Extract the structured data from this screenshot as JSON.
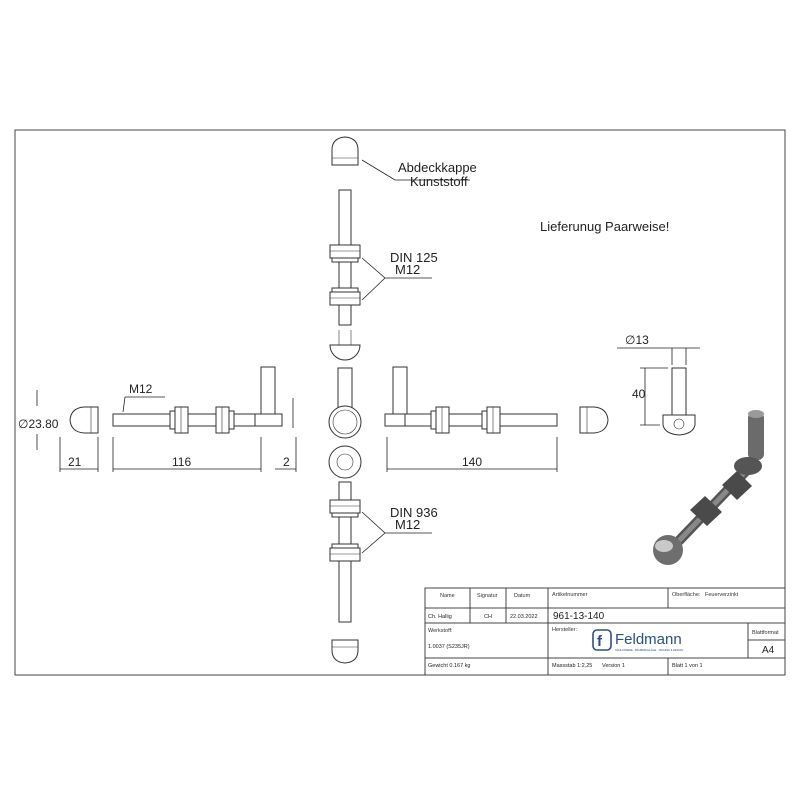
{
  "annotations": {
    "cap": "Abdeckkappe",
    "cap_material": "Kunststoff",
    "delivery_note": "Lieferunug Paarweise!",
    "nut_top_standard": "DIN 125",
    "nut_top_thread": "M12",
    "nut_bottom_standard": "DIN 936",
    "nut_bottom_thread": "M12",
    "left_thread": "M12"
  },
  "dimensions": {
    "left_diameter": "∅23.80",
    "left_cap_len": "21",
    "left_length": "116",
    "left_offset": "2",
    "right_length": "140",
    "pin_diameter": "∅13",
    "pin_height": "40"
  },
  "title_block": {
    "col_name": "Name",
    "col_signature": "Signatur",
    "col_date": "Datum",
    "col_article": "Artikelnummer",
    "col_surface": "Oberfläche:",
    "surface_value": "Feuerverzinkt",
    "name": "Ch. Hallig",
    "signature": "CH",
    "date": "22.03.2022",
    "article_no": "961-13-140",
    "material_label": "Werkstoff:",
    "material_value": "1.0037 (S235JR)",
    "manufacturer_label": "Hersteller:",
    "brand": "Feldmann",
    "brand_tagline": "SCHLOSSERE - BAUBESCHLÄGE - TECHNIK & DESIGN",
    "sheet_format_label": "Blattformat",
    "sheet_format": "A4",
    "weight": "Gewicht 0.167 kg",
    "scale": "Massstab 1:2,25",
    "version": "Version 1",
    "sheet_count": "Blatt 1 von 1"
  }
}
